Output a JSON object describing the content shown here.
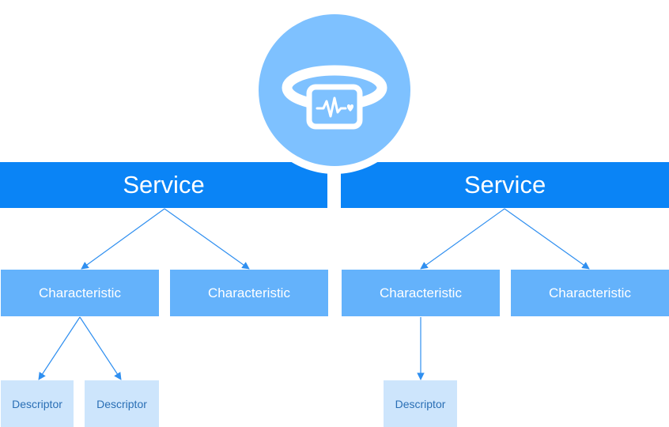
{
  "diagram": {
    "services": [
      {
        "label": "Service"
      },
      {
        "label": "Service"
      }
    ],
    "characteristics": [
      {
        "label": "Characteristic"
      },
      {
        "label": "Characteristic"
      },
      {
        "label": "Characteristic"
      },
      {
        "label": "Characteristic"
      }
    ],
    "descriptors": [
      {
        "label": "Descriptor"
      },
      {
        "label": "Descriptor"
      },
      {
        "label": "Descriptor"
      }
    ],
    "device_icon": "wristband-heart-monitor-icon",
    "colors": {
      "service_bar": "#0a84f6",
      "characteristic_box": "#64b2fb",
      "descriptor_box": "#cde5fc",
      "device_circle": "#7ec1ff",
      "connector": "#2f8ff0"
    }
  }
}
